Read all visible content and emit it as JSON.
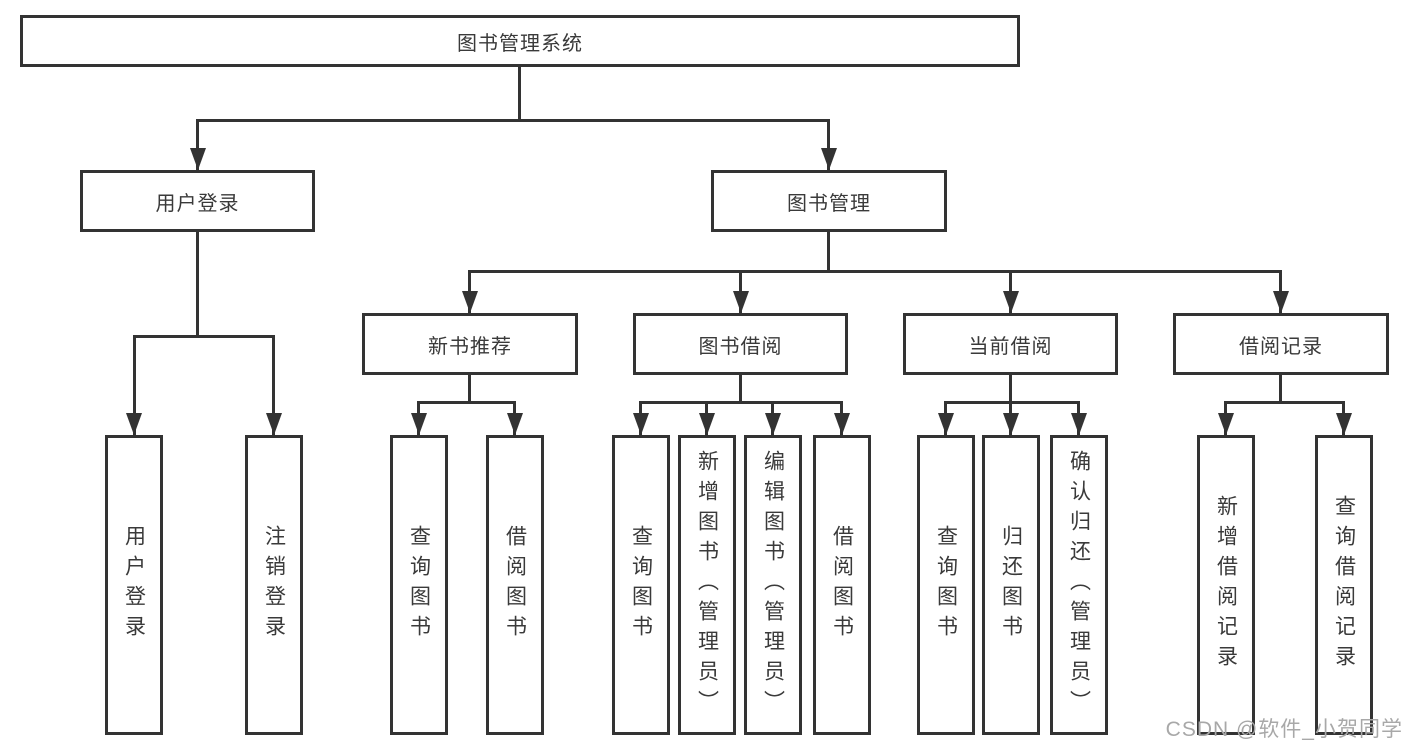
{
  "diagram": {
    "title": "图书管理系统",
    "root": {
      "label": "图书管理系统"
    },
    "branches": {
      "user_login": {
        "label": "用户登录",
        "children": [
          "用户登录",
          "注销登录"
        ]
      },
      "book_mgmt": {
        "label": "图书管理"
      },
      "new_book": {
        "label": "新书推荐",
        "children": [
          "查询图书",
          "借阅图书"
        ]
      },
      "book_borrow": {
        "label": "图书借阅",
        "children": [
          "查询图书",
          "新增图书（管理员）",
          "编辑图书（管理员）",
          "借阅图书"
        ]
      },
      "current_borrow": {
        "label": "当前借阅",
        "children": [
          "查询图书",
          "归还图书",
          "确认归还（管理员）"
        ]
      },
      "borrow_record": {
        "label": "借阅记录",
        "children": [
          "新增借阅记录",
          "查询借阅记录"
        ]
      }
    }
  },
  "watermark": "CSDN @软件_小贺同学",
  "colors": {
    "line": "#333333",
    "text": "#3a3a3a",
    "watermark": "#a8a8a8",
    "background": "#ffffff"
  }
}
